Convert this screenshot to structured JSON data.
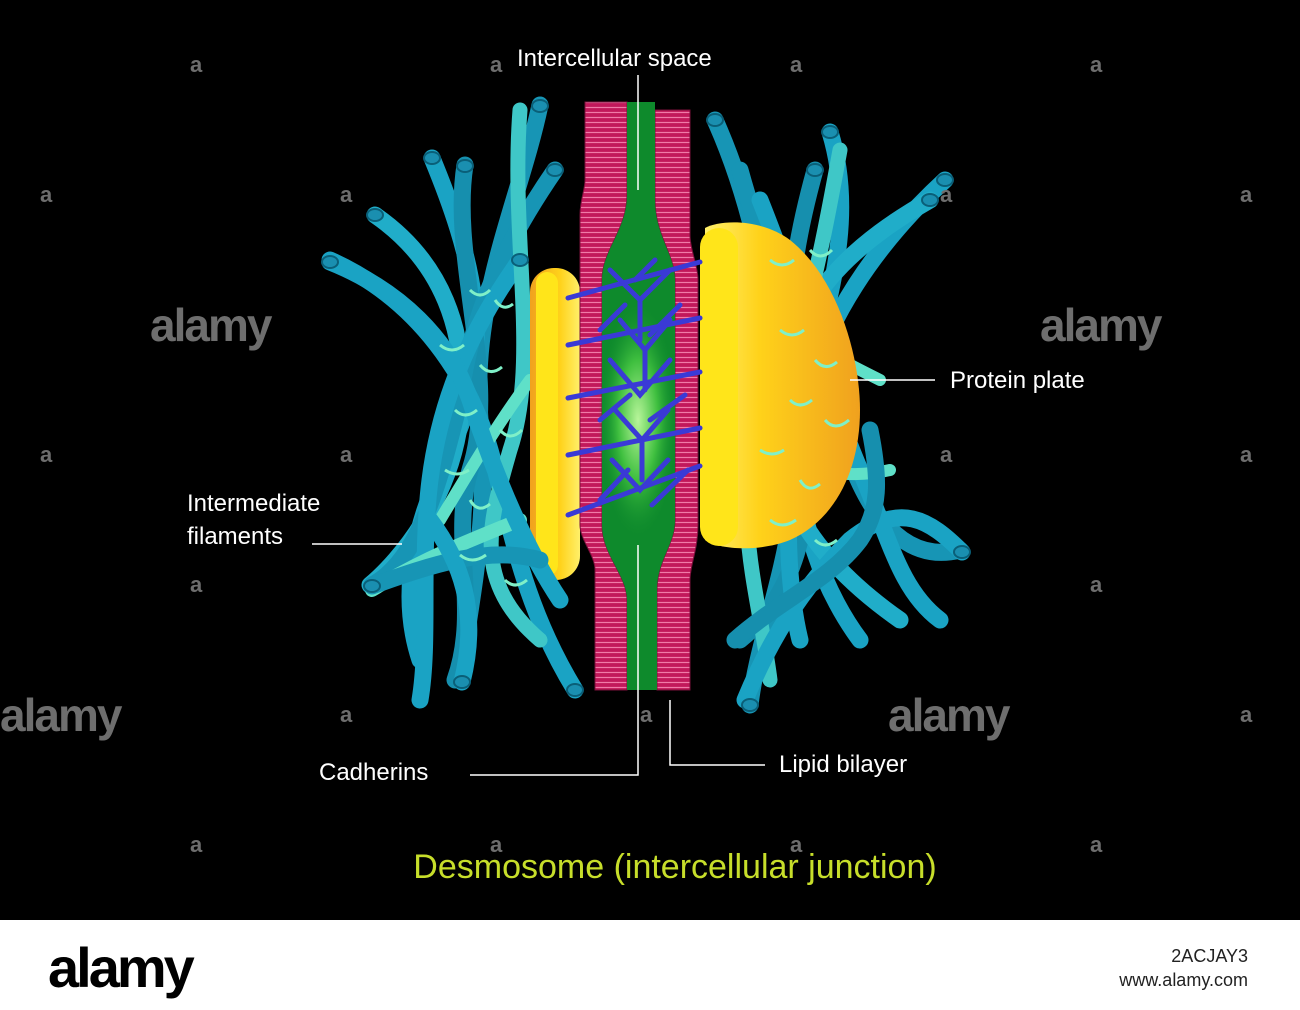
{
  "title": "Desmosome (intercellular junction)",
  "labels": {
    "intercellular_space": "Intercellular space",
    "protein_plate": "Protein plate",
    "intermediate_filaments_line1": "Intermediate",
    "intermediate_filaments_line2": "filaments",
    "cadherins": "Cadherins",
    "lipid_bilayer": "Lipid bilayer"
  },
  "watermark": {
    "brand": "alamy",
    "mark": "a"
  },
  "footer": {
    "brand": "alamy",
    "image_id": "2ACJAY3",
    "site": "www.alamy.com"
  },
  "colors": {
    "title": "#c7de2a",
    "filament": "#1aa3c4",
    "filament_light": "#5fe0c8",
    "plate": "#f4b120",
    "plate_core": "#ffe51a",
    "membrane": "#c2185b",
    "space": "#0e8a2c",
    "cadherin": "#3333cc"
  }
}
